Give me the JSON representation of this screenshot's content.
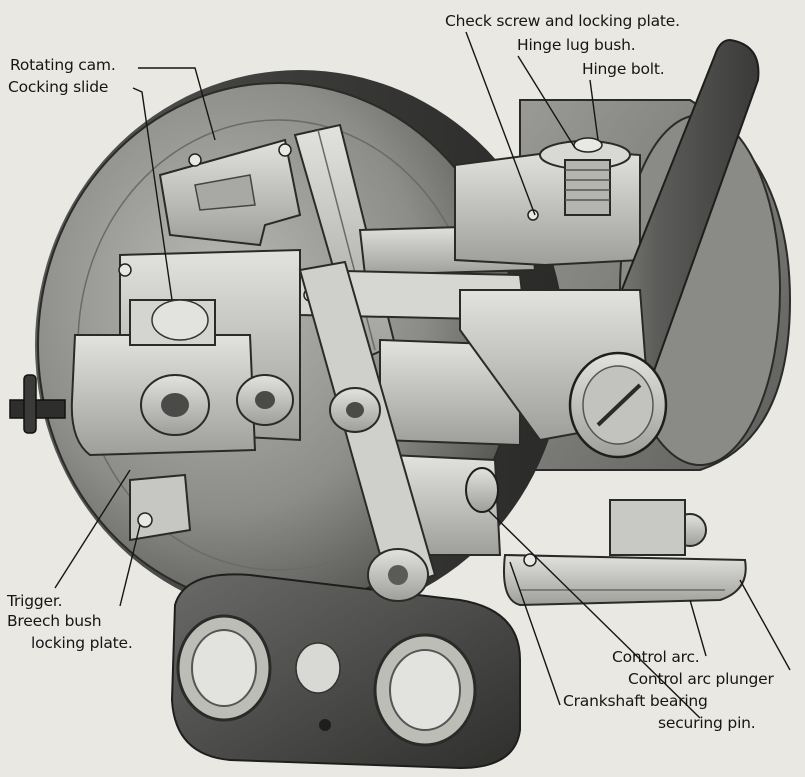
{
  "labels": {
    "check_screw": "Check screw and locking plate.",
    "hinge_lug_bush": "Hinge lug bush.",
    "hinge_bolt": "Hinge bolt.",
    "rotating_cam": "Rotating cam.",
    "cocking_slide": "Cocking slide",
    "trigger": "Trigger.",
    "breech_bush_1": "Breech bush",
    "breech_bush_2": "locking plate.",
    "control_arc": "Control arc.",
    "control_arc_plunger": "Control arc plunger",
    "crankshaft_1": "Crankshaft bearing",
    "crankshaft_2": "securing pin."
  },
  "colors": {
    "paper": "#e9e8e2",
    "ink": "#161616",
    "metal_dark": "#4a4a4a",
    "metal_mid": "#8e8e8e",
    "metal_light": "#c9c9c5"
  }
}
